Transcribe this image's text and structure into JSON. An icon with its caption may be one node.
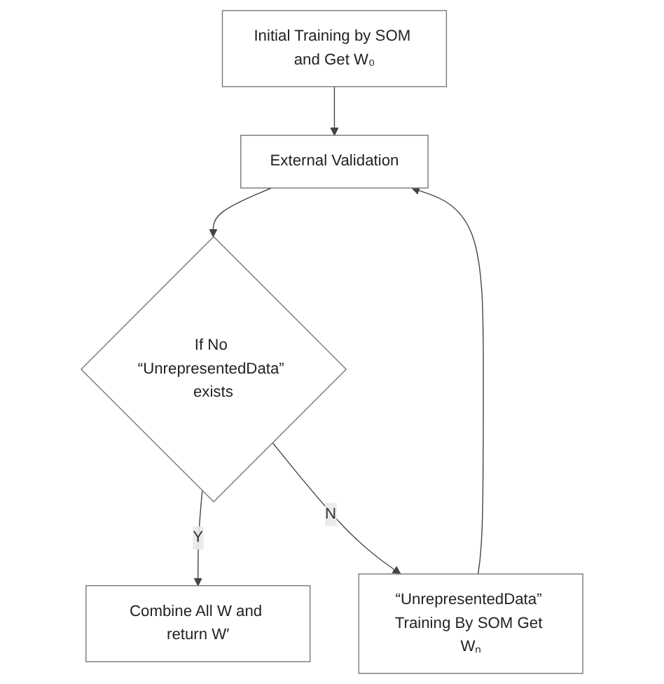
{
  "diagram": {
    "nodes": [
      {
        "text": [
          "Initial Training by SOM and Get W₀"
        ]
      },
      {
        "text": [
          "External Validation"
        ]
      },
      {
        "text": [
          "If No “UnrepresentedData” exists"
        ]
      },
      {
        "text": [
          "Combine All W and return W′"
        ]
      },
      {
        "text": [
          "“UnrepresentedData” Training By SOM Get Wₙ"
        ]
      }
    ],
    "edges": [
      {
        "from": 0,
        "to": 1,
        "arrow": "to"
      },
      {
        "from": 1,
        "to": 2,
        "arrow": "to"
      },
      {
        "from": 2,
        "to": 3,
        "arrow": "to",
        "label": "Y"
      },
      {
        "from": 2,
        "to": 4,
        "arrow": "to",
        "label": "N"
      },
      {
        "from": 4,
        "to": 1,
        "arrow": "to"
      }
    ]
  }
}
